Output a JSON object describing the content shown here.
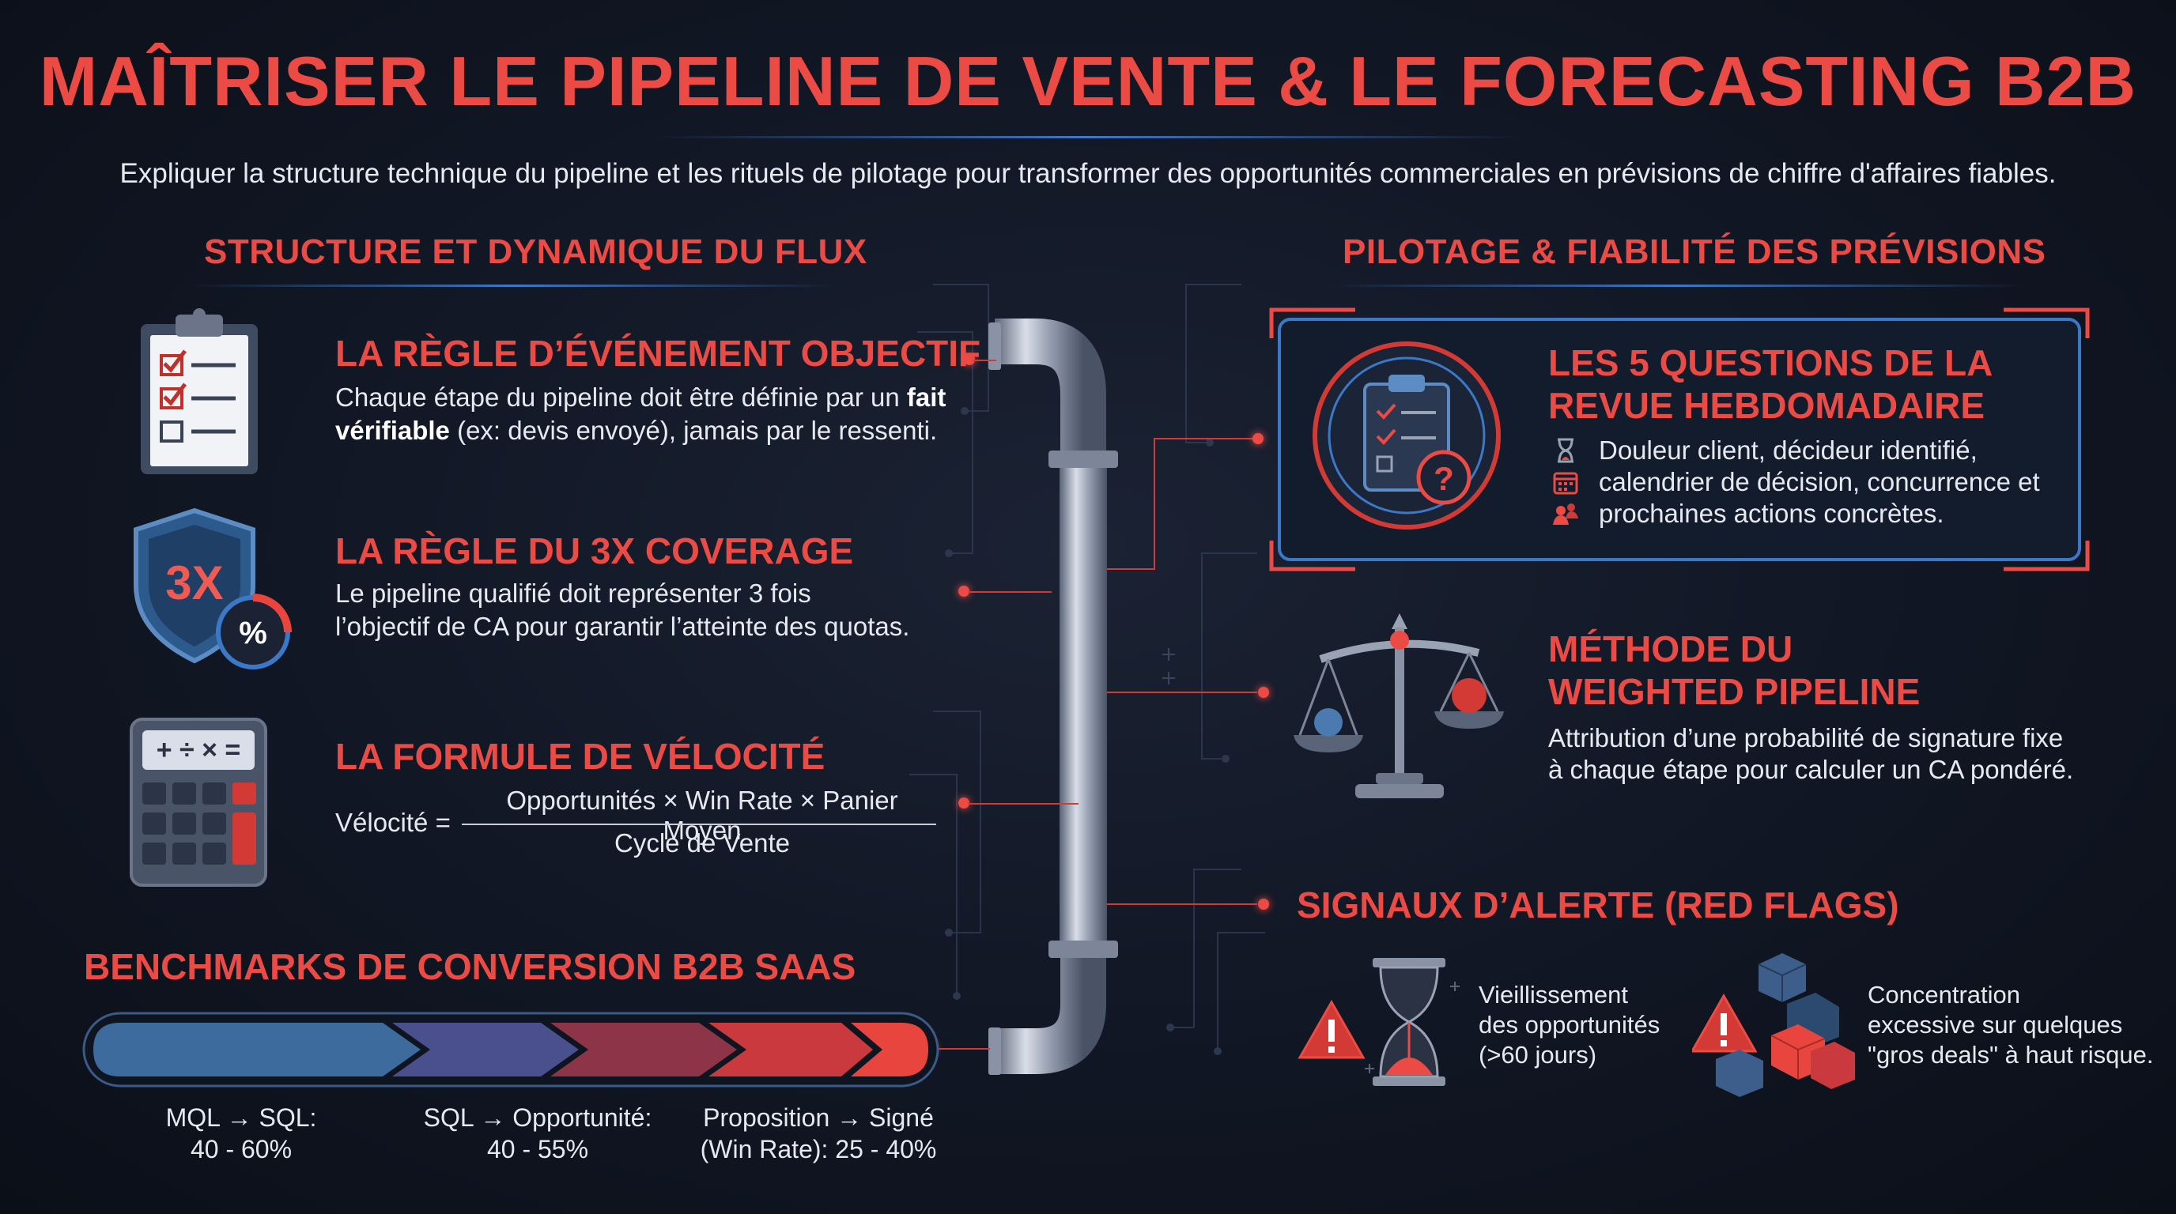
{
  "header": {
    "title": "MAÎTRISER LE PIPELINE DE VENTE & LE FORECASTING B2B",
    "subtitle": "Expliquer la structure technique du pipeline et les rituels de pilotage pour transformer des opportunités commerciales en prévisions de chiffre d'affaires fiables."
  },
  "left": {
    "section_title": "STRUCTURE ET DYNAMIQUE DU FLUX",
    "rules": [
      {
        "title": "LA RÈGLE D’ÉVÉNEMENT OBJECTIF",
        "text_before": "Chaque étape du pipeline doit être définie par un ",
        "bold_1": "fait",
        "bold_2": "vérifiable",
        "text_after": " (ex: devis envoyé), jamais par le ressenti."
      },
      {
        "title": "LA RÈGLE DU 3X COVERAGE",
        "line1": "Le pipeline qualifié doit représenter 3 fois",
        "line2": "l’objectif de CA pour garantir l’atteinte des quotas.",
        "icon_text": "3X",
        "badge_text": "%"
      },
      {
        "title": "LA FORMULE DE VÉLOCITÉ",
        "formula_lhs": "Vélocité =",
        "numerator": "Opportunités × Win Rate × Panier Moyen",
        "denominator": "Cycle de Vente",
        "calc_display": "+ ÷ × ="
      }
    ],
    "benchmarks": {
      "title": "BENCHMARKS DE CONVERSION B2B SAAS",
      "segment_colors": [
        "#3d6b9e",
        "#4a4f8e",
        "#8e3448",
        "#c9393d",
        "#e8453f"
      ],
      "labels": [
        {
          "line1": "MQL → SQL:",
          "line2": "40 - 60%"
        },
        {
          "line1": "SQL → Opportunité:",
          "line2": "40 - 55%"
        },
        {
          "line1": "Proposition → Signé",
          "line2": "(Win Rate): 25 - 40%"
        }
      ]
    }
  },
  "right": {
    "section_title": "PILOTAGE & FIABILITÉ DES PRÉVISIONS",
    "card": {
      "title_line1": "LES 5 QUESTIONS DE LA",
      "title_line2": "REVUE HEBDOMADAIRE",
      "line1": "Douleur client, décideur identifié,",
      "line2": "calendrier de décision, concurrence et",
      "line3": "prochaines actions concrètes.",
      "badge_symbol": "?"
    },
    "weighted": {
      "title_line1": "MÉTHODE DU",
      "title_line2": "WEIGHTED PIPELINE",
      "line1": "Attribution d’une probabilité de signature fixe",
      "line2": "à chaque étape pour calculer un CA pondéré."
    },
    "red_flags": {
      "title": "SIGNAUX D’ALERTE (RED FLAGS)",
      "items": [
        {
          "line1": "Vieillissement",
          "line2": "des opportunités",
          "line3": "(>60 jours)"
        },
        {
          "line1": "Concentration",
          "line2": "excessive sur quelques",
          "line3": "\"gros deals\" à haut risque."
        }
      ]
    }
  },
  "colors": {
    "accent": "#ec4a44",
    "blue_line": "#3c78c8",
    "background": "#121826"
  },
  "icons": [
    "clipboard-check-icon",
    "shield-3x-icon",
    "calculator-icon",
    "pipe-icon",
    "clipboard-question-icon",
    "hourglass-icon",
    "calendar-icon",
    "people-icon",
    "balance-scale-icon",
    "warning-icon",
    "cubes-icon"
  ]
}
